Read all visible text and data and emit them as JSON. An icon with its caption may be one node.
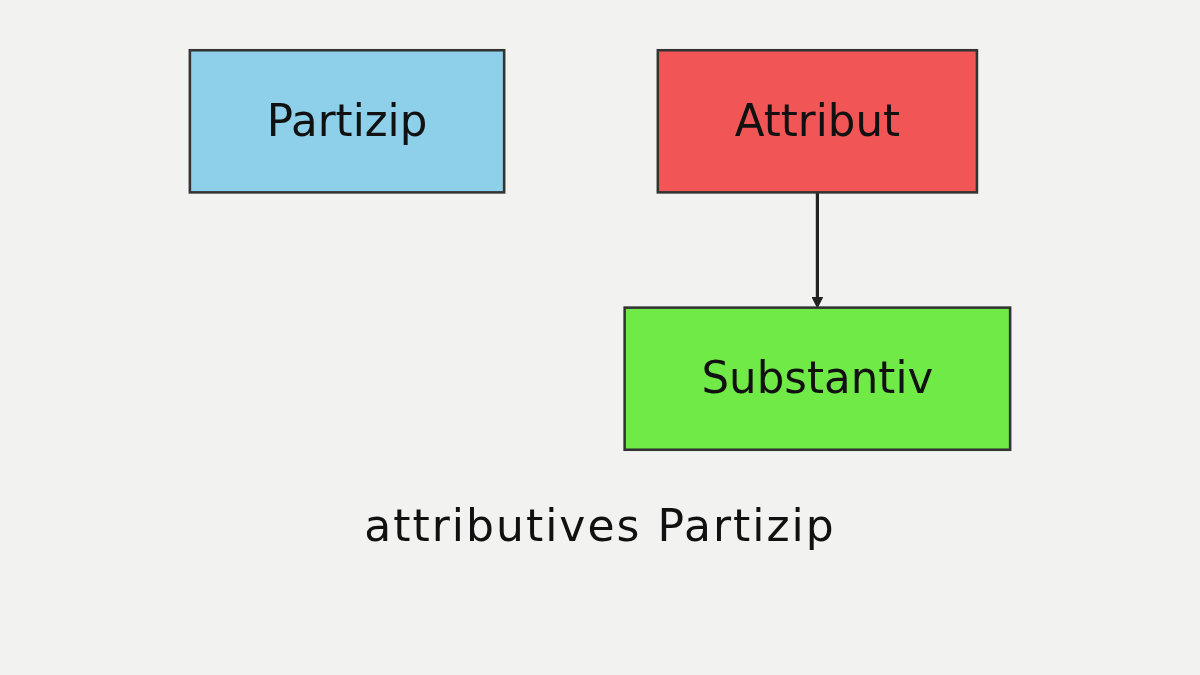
{
  "diagram": {
    "nodes": [
      {
        "text": [
          "Partizip"
        ]
      },
      {
        "text": [
          "Attribut"
        ]
      },
      {
        "text": [
          "Substantiv"
        ]
      }
    ],
    "edges": [
      {
        "from": 1,
        "to": 2,
        "arrow": "to"
      }
    ],
    "labels": [
      "attributives Partizip"
    ]
  }
}
